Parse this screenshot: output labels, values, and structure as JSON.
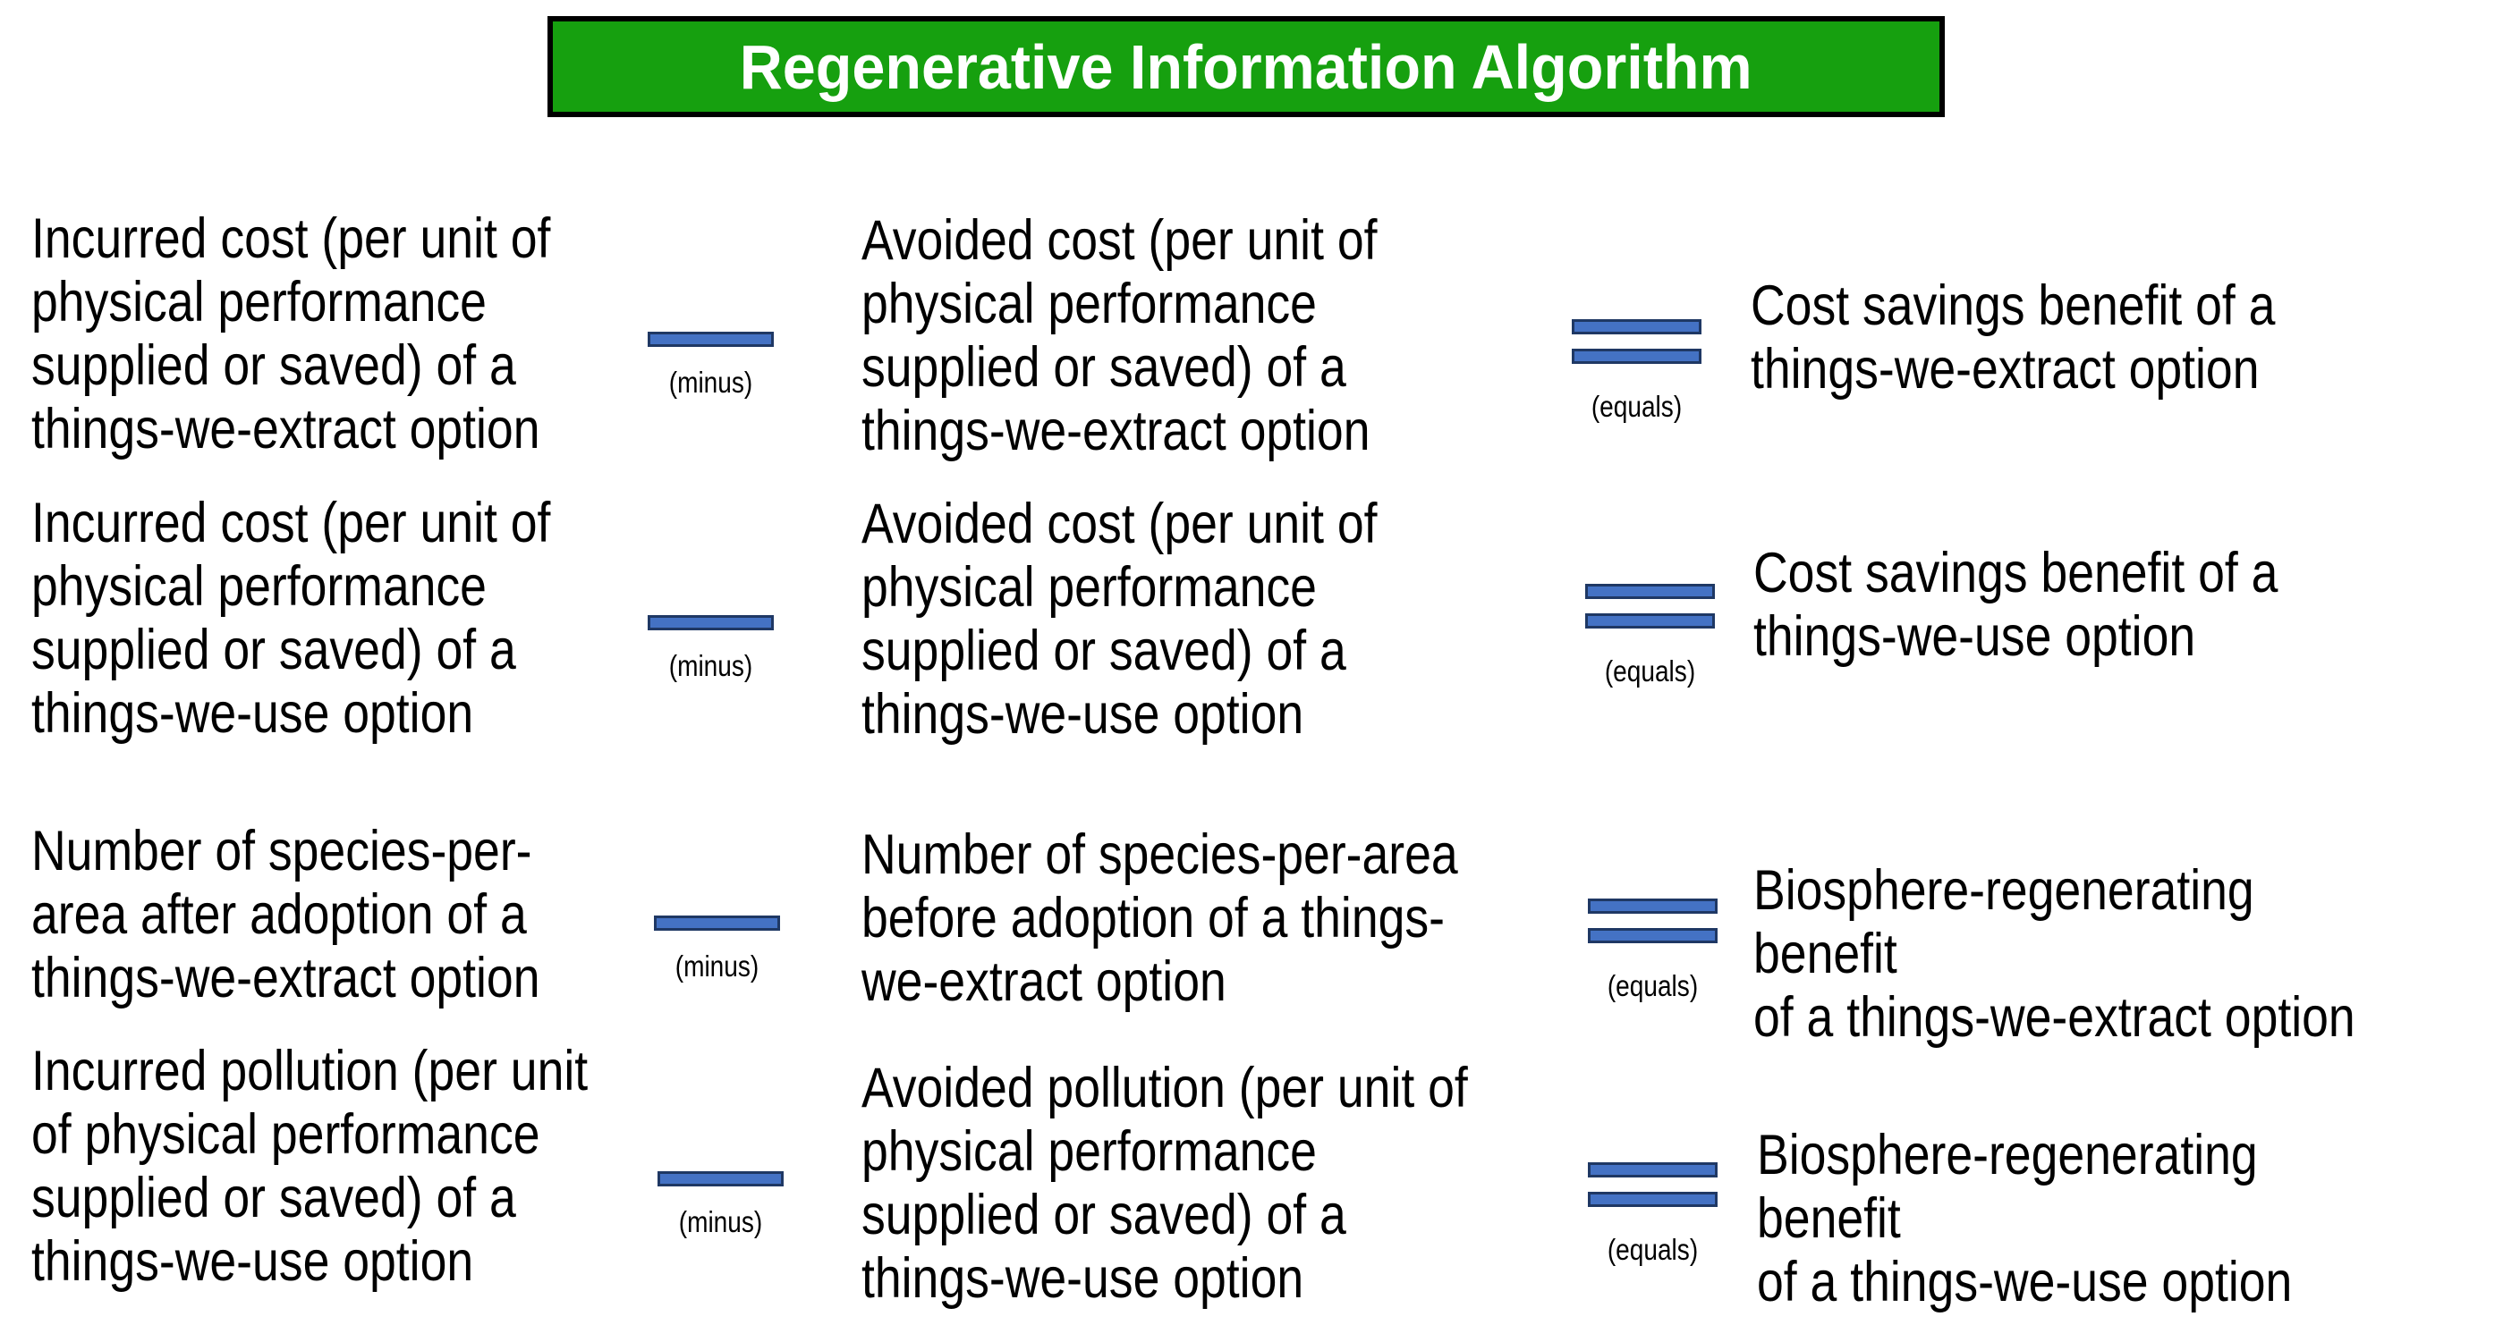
{
  "header": {
    "title": "Regenerative Information Algorithm",
    "bg_color": "#16A00F",
    "border_color": "#000000",
    "text_color": "#FFFFFF"
  },
  "operators": {
    "bar_fill_color": "#4472C4",
    "bar_border_color": "#1F3864",
    "minus_icon": "minus-bar-icon",
    "equals_icon": "equals-bars-icon"
  },
  "rows": [
    {
      "left": "Incurred cost (per unit of\nphysical performance\nsupplied or saved) of a\nthings-we-extract option",
      "minus_label": "(minus)",
      "middle": "Avoided cost (per unit of\nphysical performance\nsupplied or saved) of a\nthings-we-extract option",
      "equals_label": "(equals)",
      "right": "Cost savings benefit of a\nthings-we-extract option"
    },
    {
      "left": "Incurred cost (per unit of\nphysical performance\nsupplied or saved) of a\nthings-we-use option",
      "minus_label": "(minus)",
      "middle": "Avoided cost (per unit of\nphysical performance\nsupplied or saved) of a\nthings-we-use option",
      "equals_label": "(equals)",
      "right": "Cost savings benefit of a\nthings-we-use option"
    },
    {
      "left": "Number of species-per-\narea after adoption of a\nthings-we-extract option",
      "minus_label": "(minus)",
      "middle": "Number of species-per-area\nbefore adoption of a things-\nwe-extract option",
      "equals_label": "(equals)",
      "right": "Biosphere-regenerating benefit\nof a things-we-extract option"
    },
    {
      "left": "Incurred pollution (per unit\nof physical performance\nsupplied or saved) of a\nthings-we-use option",
      "minus_label": "(minus)",
      "middle": "Avoided pollution (per unit of\nphysical performance\nsupplied or saved) of a\nthings-we-use option",
      "equals_label": "(equals)",
      "right": "Biosphere-regenerating benefit\nof a things-we-use option"
    }
  ]
}
